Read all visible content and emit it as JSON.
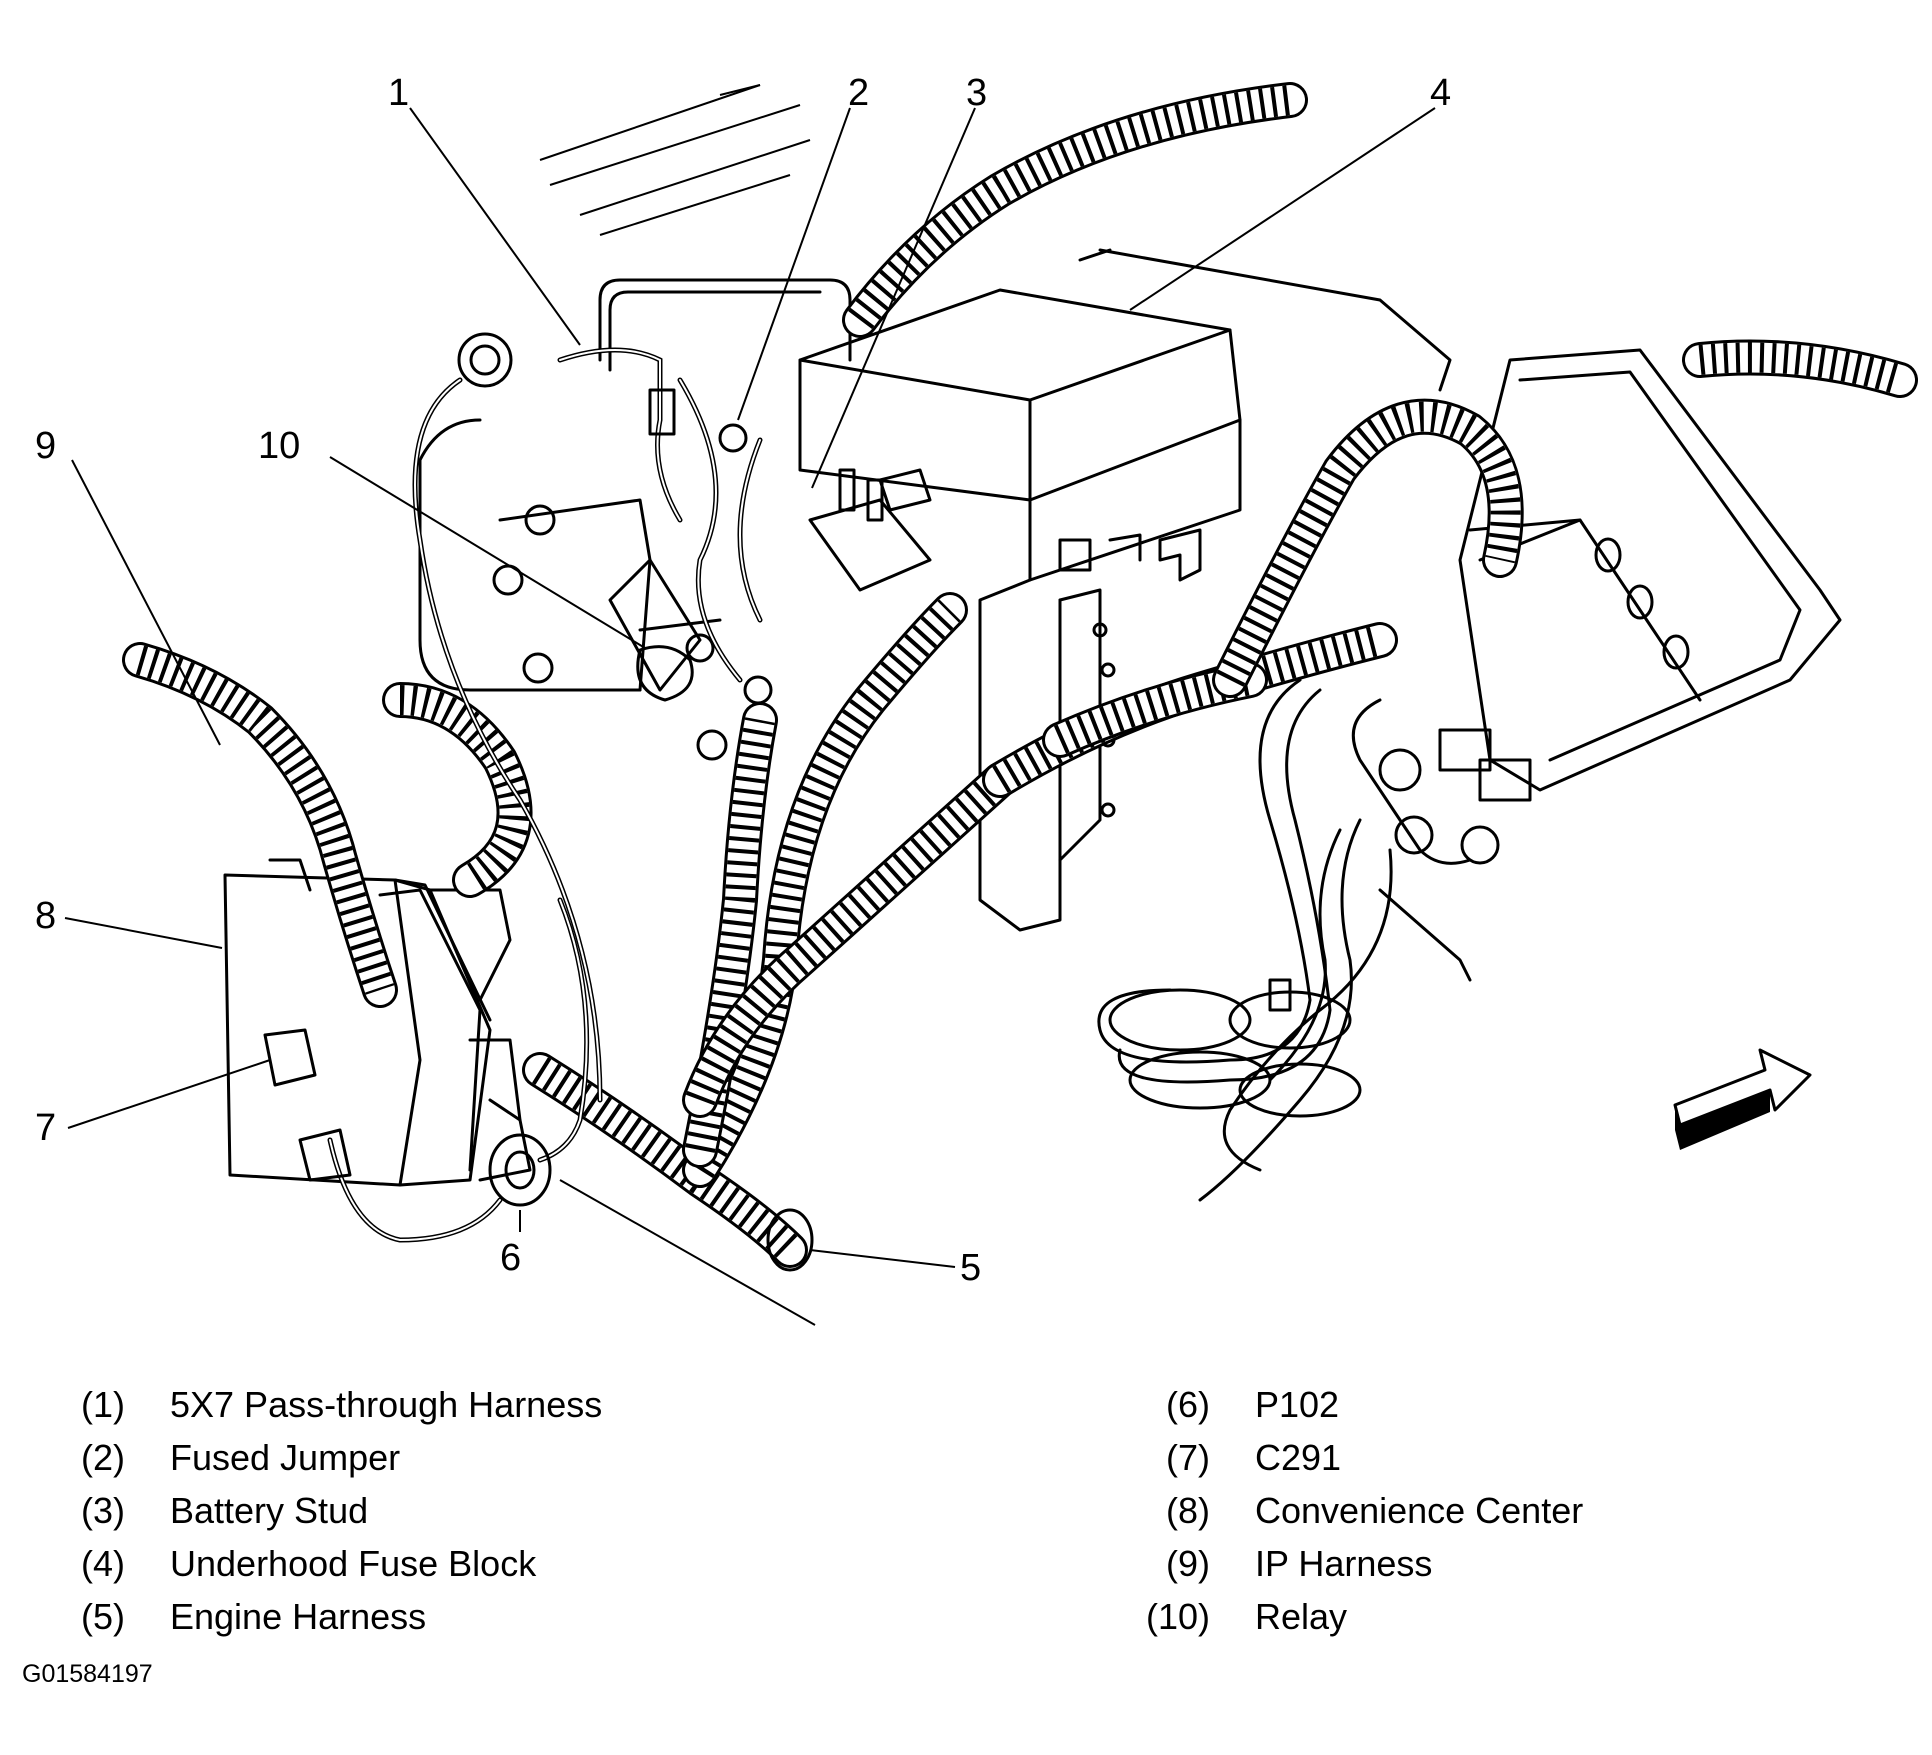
{
  "callouts": [
    {
      "num": "1",
      "name": "5X7 Pass-through Harness"
    },
    {
      "num": "2",
      "name": "Fused Jumper"
    },
    {
      "num": "3",
      "name": "Battery Stud"
    },
    {
      "num": "4",
      "name": "Underhood Fuse Block"
    },
    {
      "num": "5",
      "name": "Engine Harness"
    },
    {
      "num": "6",
      "name": "P102"
    },
    {
      "num": "7",
      "name": "C291"
    },
    {
      "num": "8",
      "name": "Convenience Center"
    },
    {
      "num": "9",
      "name": "IP Harness"
    },
    {
      "num": "10",
      "name": "Relay"
    }
  ],
  "legend": {
    "left": [
      {
        "num": "(1)",
        "label": "5X7 Pass-through Harness"
      },
      {
        "num": "(2)",
        "label": "Fused Jumper"
      },
      {
        "num": "(3)",
        "label": "Battery Stud"
      },
      {
        "num": "(4)",
        "label": "Underhood Fuse Block"
      },
      {
        "num": "(5)",
        "label": "Engine Harness"
      }
    ],
    "right": [
      {
        "num": "(6)",
        "label": "P102"
      },
      {
        "num": "(7)",
        "label": "C291"
      },
      {
        "num": "(8)",
        "label": "Convenience Center"
      },
      {
        "num": "(9)",
        "label": "IP Harness"
      },
      {
        "num": "(10)",
        "label": "Relay"
      }
    ]
  },
  "figure_id": "G01584197",
  "icons": [
    "forward-direction-arrow-icon"
  ]
}
